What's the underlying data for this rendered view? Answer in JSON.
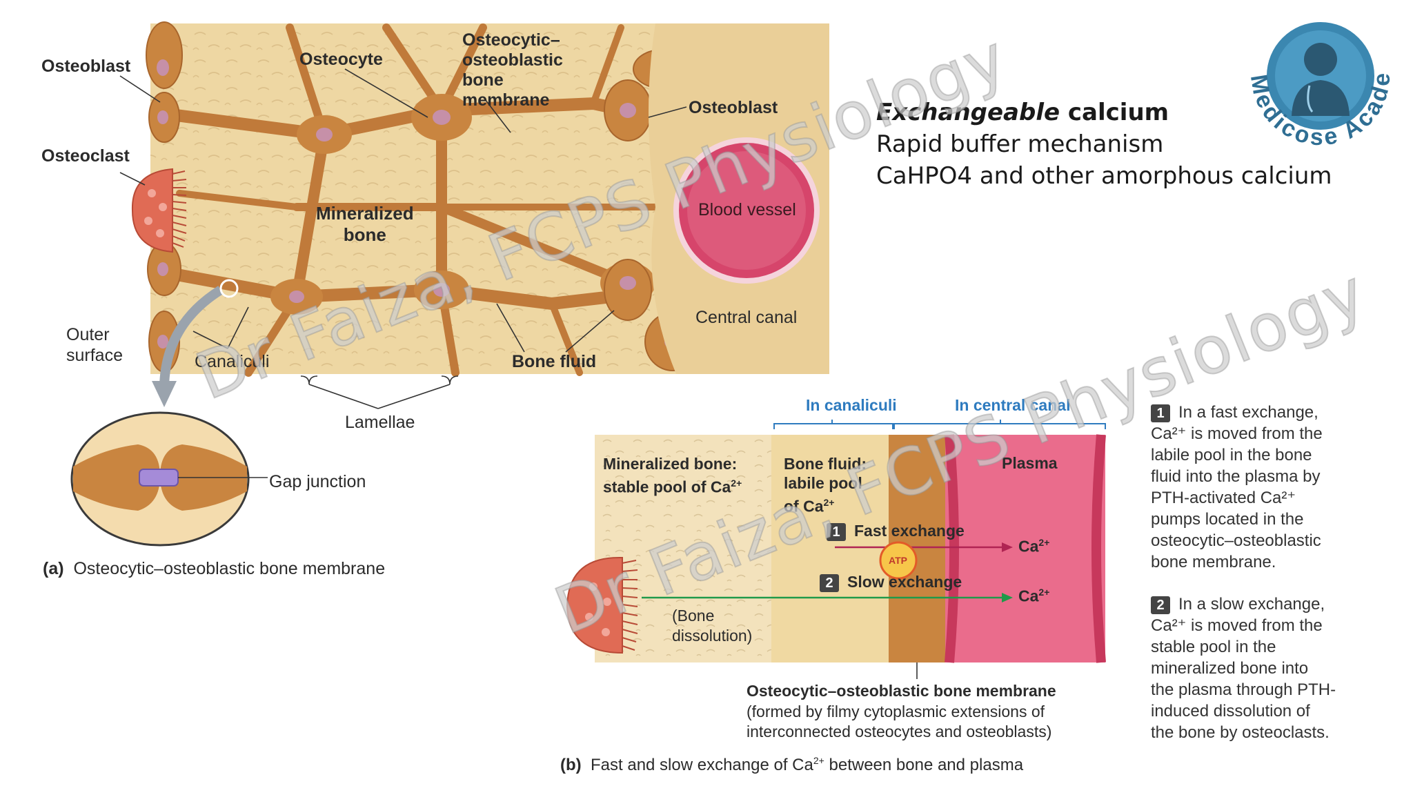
{
  "figure_a": {
    "labels": {
      "osteoblast_left": "Osteoblast",
      "osteocyte": "Osteocyte",
      "membrane": "Osteocytic–\nosteoblastic\nbone\nmembrane",
      "osteoblast_right": "Osteoblast",
      "osteoclast": "Osteoclast",
      "mineralized_bone": "Mineralized\nbone",
      "blood_vessel": "Blood vessel",
      "central_canal": "Central canal",
      "outer_surface": "Outer\nsurface",
      "canaliculi": "Canaliculi",
      "bone_fluid": "Bone fluid",
      "lamellae": "Lamellae",
      "gap_junction": "Gap junction"
    },
    "caption_letter": "(a)",
    "caption": "Osteocytic–osteoblastic bone membrane"
  },
  "figure_b": {
    "header_canaliculi": "In canaliculi",
    "header_central": "In central canal",
    "mineralized_pool": "Mineralized bone:\nstable pool of Ca",
    "bone_fluid_pool": "Bone fluid:\nlabile pool\nof Ca",
    "plasma": "Plasma",
    "fast_num": "1",
    "fast": "Fast exchange",
    "slow_num": "2",
    "slow": "Slow exchange",
    "atp": "ATP",
    "ca": "Ca",
    "ca_charge": "2+",
    "bone_dissolution": "(Bone\ndissolution)",
    "membrane_title": "Osteocytic–osteoblastic bone membrane",
    "membrane_desc": "(formed by filmy cytoplasmic extensions of\ninterconnected osteocytes and osteoblasts)",
    "caption_letter": "(b)",
    "caption_pre": "Fast and slow exchange of Ca",
    "caption_post": " between bone and plasma"
  },
  "notes": {
    "line1_em": "Exchangeable",
    "line1_rest": " calcium",
    "line2": "Rapid buffer mechanism",
    "line3": "CaHPO4 and other amorphous calcium"
  },
  "legend": [
    {
      "num": "1",
      "text": "In a fast exchange,\nCa²⁺ is moved from the\nlabile pool in the bone\nfluid into the plasma by\nPTH-activated Ca²⁺\npumps located in the\nosteocytic–osteoblastic\nbone membrane."
    },
    {
      "num": "2",
      "text": "In a slow exchange,\nCa²⁺ is moved from the\nstable pool in the\nmineralized bone into\nthe plasma through PTH-\ninduced dissolution of\nthe bone by osteoclasts."
    }
  ],
  "logo": {
    "text": "Medicose Academics",
    "ring_color": "#3b87b0",
    "accent": "#2f6e93"
  },
  "watermark": "Dr Faiza, FCPS Physiology",
  "colors": {
    "bone": "#efd9a6",
    "cell": "#c98540",
    "osteoclast": "#e06b55",
    "vessel": "#d6456b",
    "plasma": "#ea6c8c"
  }
}
